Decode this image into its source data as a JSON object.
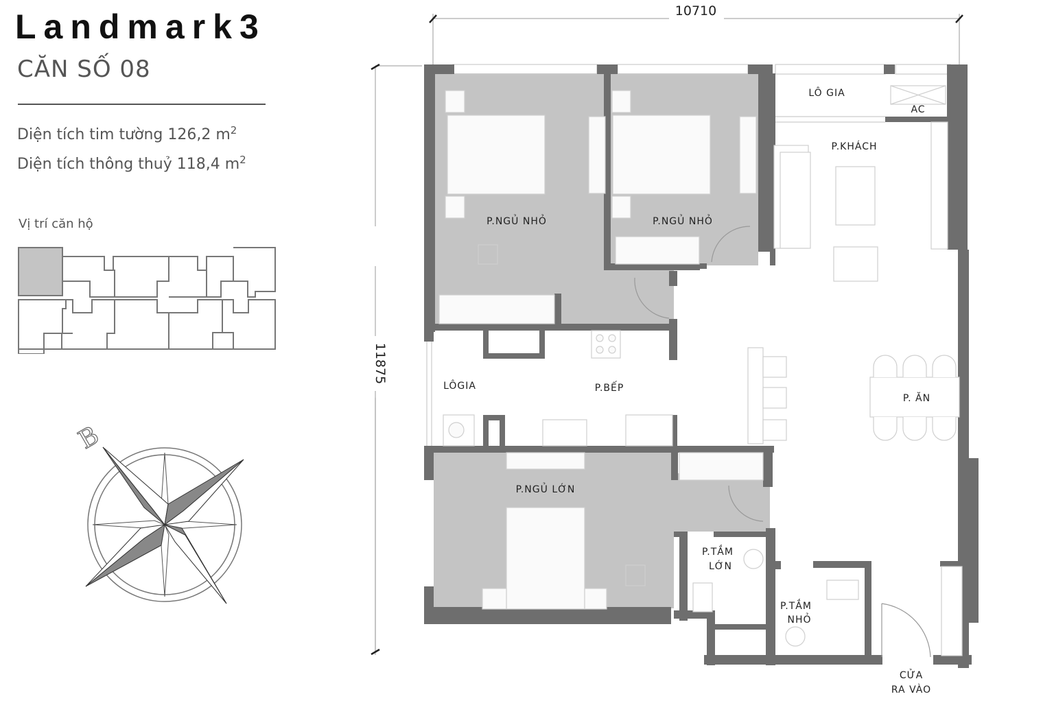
{
  "header": {
    "brand": "Landmark 3",
    "brand_name": "Landmark",
    "brand_number": "3",
    "unit_title": "CĂN SỐ 08"
  },
  "areas": {
    "gross_label": "Diện tích tim tường 126,2 m",
    "gross_value": "126,2",
    "net_label": "Diện tích thông thuỷ 118,4 m",
    "net_value": "118,4",
    "unit": "m²",
    "superscript": "2"
  },
  "location": {
    "label": "Vị trí căn hộ",
    "highlighted_unit": "top-left"
  },
  "compass": {
    "north_letter": "B",
    "icon": "compass-rose-icon"
  },
  "plan": {
    "dimensions": {
      "width": "10710",
      "height": "11875"
    },
    "rooms": {
      "bedroom_small_1": "P.NGỦ NHỎ",
      "bedroom_small_2": "P.NGỦ NHỎ",
      "loggia_top": "LÔ GIA",
      "ac": "AC",
      "living": "P.KHÁCH",
      "loggia_left": "LÔGIA",
      "kitchen": "P.BẾP",
      "dining": "P. ĂN",
      "bedroom_master": "P.NGỦ LỚN",
      "bath_large_1": "P.TẮM",
      "bath_large_2": "LỚN",
      "bath_small_1": "P.TẮM",
      "bath_small_2": "NHỎ",
      "entrance_1": "CỬA",
      "entrance_2": "RA VÀO"
    },
    "colors": {
      "wall": "#6e6e6e",
      "bedroom_fill": "#c4c4c4",
      "furniture_line": "#cfcfcf"
    }
  }
}
